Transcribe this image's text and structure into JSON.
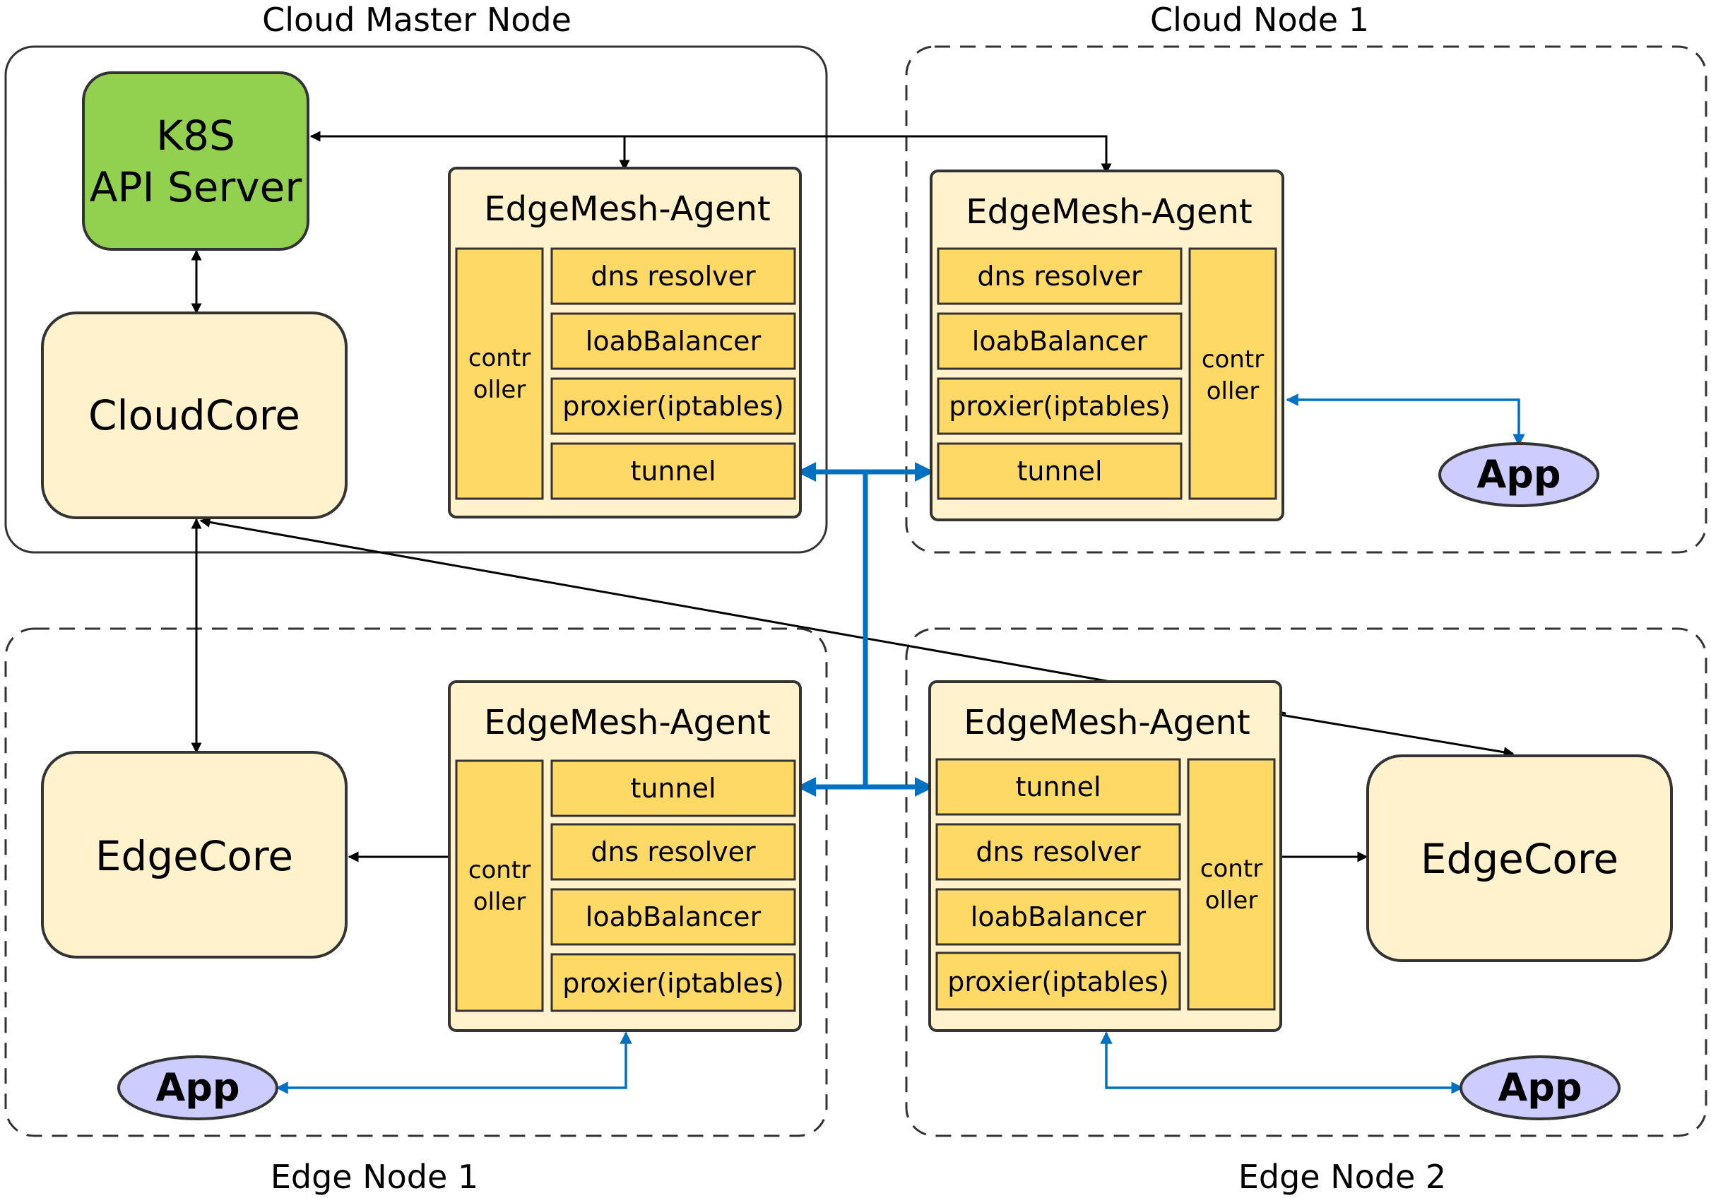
{
  "regions": {
    "cloud_master": "Cloud Master Node",
    "cloud_node1": "Cloud Node 1",
    "edge_node1": "Edge Node  1",
    "edge_node2": "Edge Node 2"
  },
  "k8s": {
    "line1": "K8S",
    "line2": "API Server"
  },
  "cloudcore": "CloudCore",
  "edgecore": "EdgeCore",
  "agent": {
    "title": "EdgeMesh-Agent",
    "controller_line1": "contr",
    "controller_line2": "oller",
    "dns": "dns resolver",
    "lb": "loabBalancer",
    "proxier": "proxier(iptables)",
    "tunnel": "tunnel"
  },
  "app": "App",
  "colors": {
    "k8s_fill": "#92d050",
    "core_fill": "#fff2cc",
    "agent_fill": "#fff2cc",
    "module_fill": "#ffd966",
    "app_fill": "#ccccff",
    "blue_link": "#0070c0",
    "black_link": "#000000"
  }
}
